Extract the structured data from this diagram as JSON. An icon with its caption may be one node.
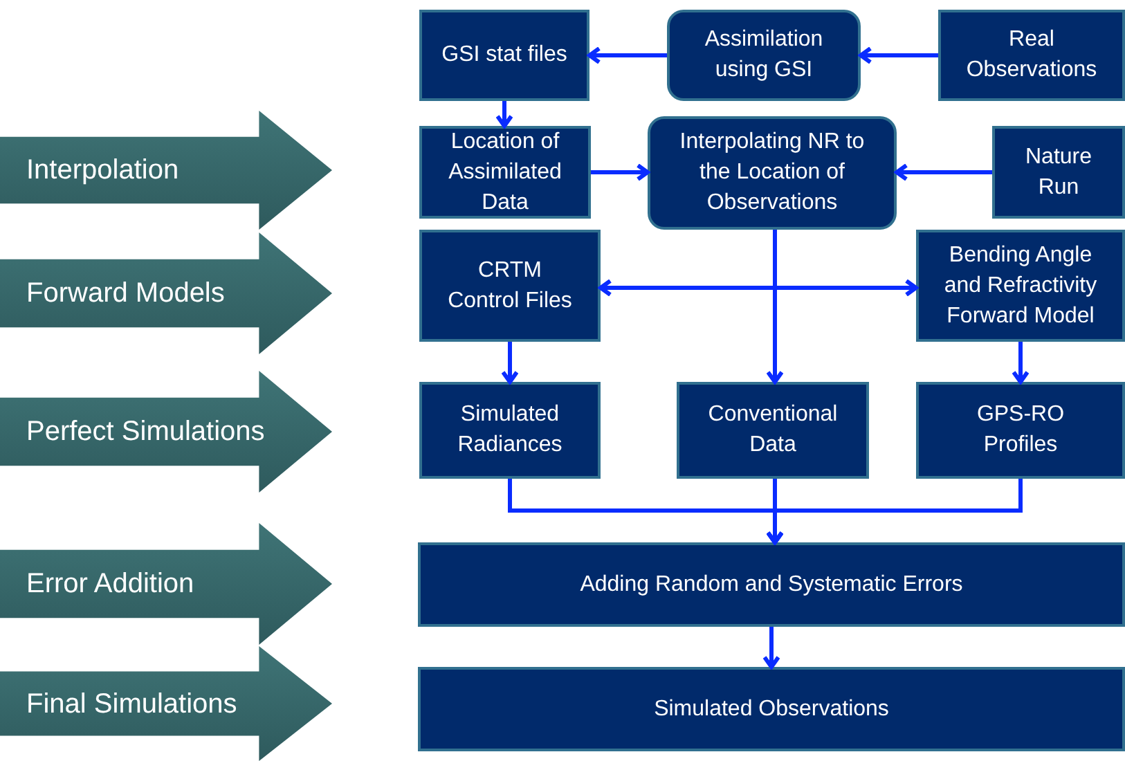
{
  "diagram": {
    "nodes": [
      {
        "text": [
          "GSI stat files"
        ]
      },
      {
        "text": [
          "Assimilation using GSI"
        ]
      },
      {
        "text": [
          "Real Observations"
        ]
      },
      {
        "text": [
          "Location of Assimilated Data"
        ]
      },
      {
        "text": [
          "Interpolating NR to the Location of Observations"
        ]
      },
      {
        "text": [
          "Nature Run"
        ]
      },
      {
        "text": [
          "CRTM Control Files"
        ]
      },
      {
        "text": [
          "Bending Angle and Refractivity Forward Model"
        ]
      },
      {
        "text": [
          "Simulated Radiances"
        ]
      },
      {
        "text": [
          "Conventional Data"
        ]
      },
      {
        "text": [
          "GPS-RO Profiles"
        ]
      },
      {
        "text": [
          "Adding Random and Systematic Errors"
        ]
      },
      {
        "text": [
          "Simulated Observations"
        ]
      },
      {
        "text": [
          "Interpolation"
        ]
      },
      {
        "text": [
          "Forward Models"
        ]
      },
      {
        "text": [
          "Perfect Simulations"
        ]
      },
      {
        "text": [
          "Error Addition"
        ]
      },
      {
        "text": [
          "Final Simulations"
        ]
      }
    ],
    "edges": [
      {
        "from": 1,
        "to": 0,
        "arrow": "to"
      },
      {
        "from": 2,
        "to": 1,
        "arrow": "to"
      },
      {
        "from": 0,
        "to": 3,
        "arrow": "to"
      },
      {
        "from": 3,
        "to": 4,
        "arrow": "to"
      },
      {
        "from": 5,
        "to": 4,
        "arrow": "to"
      },
      {
        "from": 4,
        "to": 6,
        "arrow": "to"
      },
      {
        "from": 4,
        "to": 7,
        "arrow": "to"
      },
      {
        "from": 4,
        "to": 9,
        "arrow": "to"
      },
      {
        "from": 6,
        "to": 8,
        "arrow": "to"
      },
      {
        "from": 7,
        "to": 10,
        "arrow": "to"
      },
      {
        "from": 8,
        "to": 11,
        "arrow": "to"
      },
      {
        "from": 9,
        "to": 11,
        "arrow": "to"
      },
      {
        "from": 10,
        "to": 11,
        "arrow": "to"
      },
      {
        "from": 11,
        "to": 12,
        "arrow": "to"
      }
    ]
  }
}
